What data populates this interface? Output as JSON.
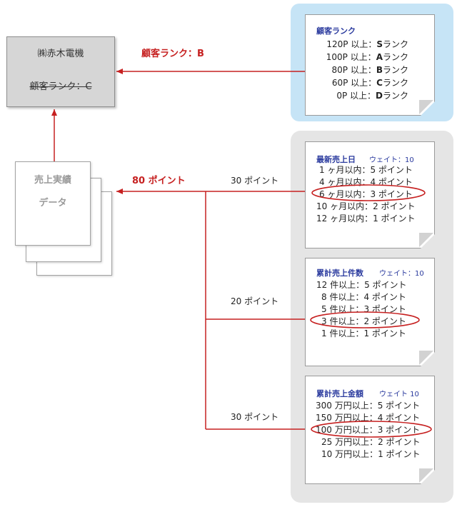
{
  "company": {
    "name": "㈱赤木電機",
    "old_rank": "顧客ランク：C"
  },
  "new_rank_label": "顧客ランク：B",
  "total_points_label": "80 ポイント",
  "data_doc": {
    "line1": "売上実績",
    "line2": "データ"
  },
  "rank_table": {
    "title": "顧客ランク",
    "rows": [
      {
        "threshold": "120P 以上：",
        "rank": "S",
        "suffix": "ランク"
      },
      {
        "threshold": "100P 以上：",
        "rank": "A",
        "suffix": "ランク"
      },
      {
        "threshold": "80P 以上：",
        "rank": "B",
        "suffix": "ランク"
      },
      {
        "threshold": "60P 以上：",
        "rank": "C",
        "suffix": "ランク"
      },
      {
        "threshold": "0P 以上：",
        "rank": "D",
        "suffix": "ランク"
      }
    ]
  },
  "criteria": [
    {
      "title": "最新売上日",
      "weight": "ウェイト：10",
      "points_label": "30 ポイント",
      "rows": [
        "1 ヶ月以内：5 ポイント",
        "4 ヶ月以内：4 ポイント",
        "6 ヶ月以内：3 ポイント",
        "10 ヶ月以内：2 ポイント",
        "12 ヶ月以内：1 ポイント"
      ],
      "selected_index": 2
    },
    {
      "title": "累計売上件数",
      "weight": "ウェイト：10",
      "points_label": "20 ポイント",
      "rows": [
        "12 件以上：5 ポイント",
        "8 件以上：4 ポイント",
        "5 件以上：3 ポイント",
        "3 件以上：2 ポイント",
        "1 件以上：1 ポイント"
      ],
      "selected_index": 3
    },
    {
      "title": "累計売上金額",
      "weight": "ウェイト 10",
      "points_label": "30 ポイント",
      "rows": [
        "300 万円以上：5 ポイント",
        "150 万円以上：4 ポイント",
        "100 万円以上：3 ポイント",
        "25 万円以上：2 ポイント",
        "10 万円以上：1 ポイント"
      ],
      "selected_index": 2
    }
  ],
  "colors": {
    "arrow_red": "#c62020",
    "title_blue": "#2a3a9e",
    "panel_blue": "#c6e4f6",
    "panel_gray": "#e5e5e5",
    "company_fill": "#d6d6d6"
  }
}
